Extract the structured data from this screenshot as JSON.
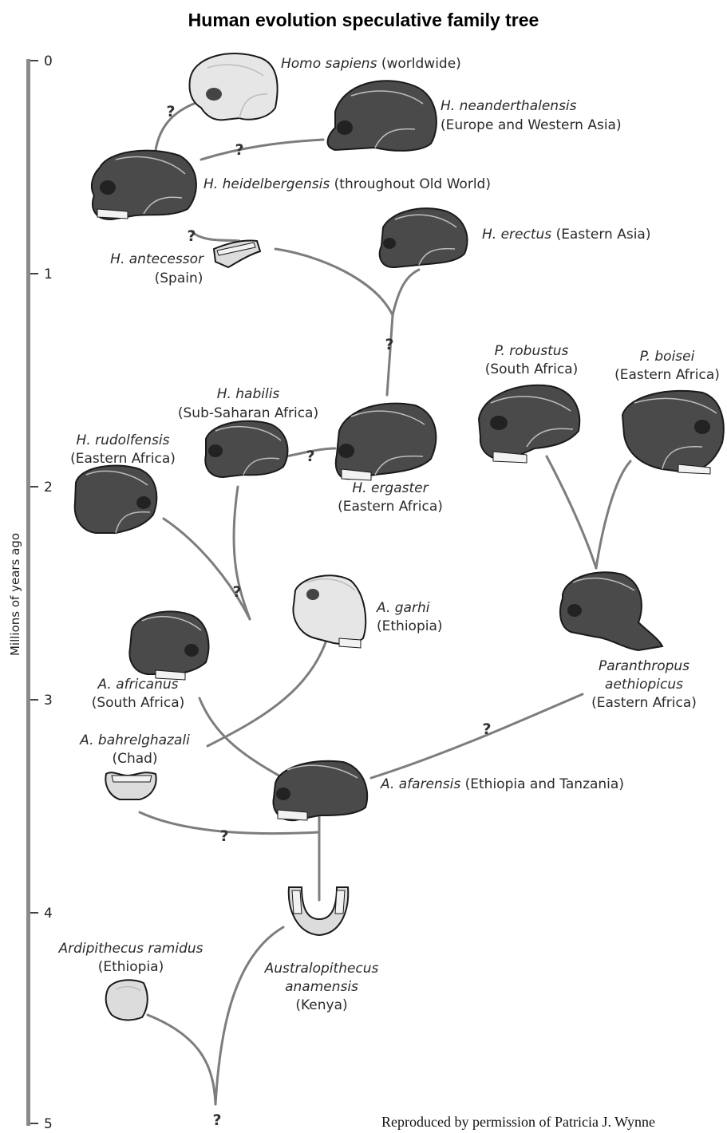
{
  "title": "Human evolution speculative family tree",
  "axis": {
    "label": "Millions of years ago",
    "ticks": [
      "0",
      "1",
      "2",
      "3",
      "4",
      "5"
    ]
  },
  "question_mark": "?",
  "species": [
    {
      "id": "homo-sapiens",
      "name": "Homo sapiens",
      "region": "(worldwide)"
    },
    {
      "id": "h-neanderthalensis",
      "name": "H. neanderthalensis",
      "region": "(Europe and Western Asia)"
    },
    {
      "id": "h-heidelbergensis",
      "name": "H. heidelbergensis",
      "region": "(throughout Old World)"
    },
    {
      "id": "h-erectus",
      "name": "H. erectus",
      "region": "(Eastern Asia)"
    },
    {
      "id": "h-antecessor",
      "name": "H. antecessor",
      "region": "(Spain)"
    },
    {
      "id": "p-robustus",
      "name": "P. robustus",
      "region": "(South Africa)"
    },
    {
      "id": "p-boisei",
      "name": "P. boisei",
      "region": "(Eastern Africa)"
    },
    {
      "id": "h-habilis",
      "name": "H. habilis",
      "region": "(Sub-Saharan Africa)"
    },
    {
      "id": "h-rudolfensis",
      "name": "H. rudolfensis",
      "region": "(Eastern Africa)"
    },
    {
      "id": "h-ergaster",
      "name": "H. ergaster",
      "region": "(Eastern Africa)"
    },
    {
      "id": "a-garhi",
      "name": "A. garhi",
      "region": "(Ethiopia)"
    },
    {
      "id": "a-africanus",
      "name": "A. africanus",
      "region": "(South Africa)"
    },
    {
      "id": "paranthropus-aethiopicus",
      "name": "Paranthropus",
      "name2": "aethiopicus",
      "region": "(Eastern Africa)"
    },
    {
      "id": "a-bahrelghazali",
      "name": "A. bahrelghazali",
      "region": "(Chad)"
    },
    {
      "id": "a-afarensis",
      "name": "A. afarensis",
      "region": "(Ethiopia and Tanzania)"
    },
    {
      "id": "ardipithecus-ramidus",
      "name": "Ardipithecus ramidus",
      "region": "(Ethiopia)"
    },
    {
      "id": "australopithecus-anamensis",
      "name": "Australopithecus",
      "name2": "anamensis",
      "region": "(Kenya)"
    }
  ],
  "credit": "Reproduced by permission of Patricia J. Wynne"
}
